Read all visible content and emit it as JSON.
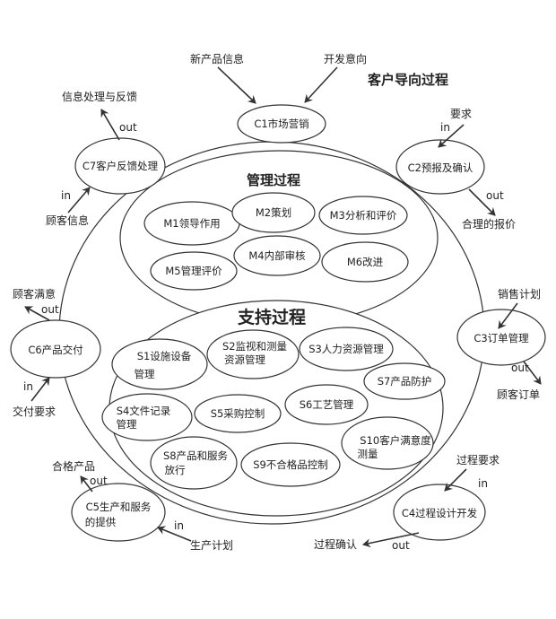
{
  "titles": {
    "customer_oriented": "客户导向过程",
    "management": "管理过程",
    "support": "支持过程"
  },
  "customer_nodes": {
    "c1": "C1市场营销",
    "c2": "C2预报及确认",
    "c3": "C3订单管理",
    "c4": "C4过程设计开发",
    "c5": [
      "C5生产和服务",
      "的提供"
    ],
    "c6": "C6产品交付",
    "c7": "C7客户反馈处理"
  },
  "management_nodes": {
    "m1": "M1领导作用",
    "m2": "M2策划",
    "m3": "M3分析和评价",
    "m4": "M4内部审核",
    "m5": "M5管理评价",
    "m6": "M6改进"
  },
  "support_nodes": {
    "s1": [
      "S1设施设备",
      "管理"
    ],
    "s2": [
      "S2监视和测量",
      "资源管理"
    ],
    "s3": "S3人力资源管理",
    "s4": [
      "S4文件记录",
      "管理"
    ],
    "s5": "S5采购控制",
    "s6": "S6工艺管理",
    "s7": "S7产品防护",
    "s8": [
      "S8产品和服务",
      "放行"
    ],
    "s9": "S9不合格品控制",
    "s10": [
      "S10客户满意度",
      "测量"
    ]
  },
  "io_labels": {
    "new_product_info": "新产品信息",
    "development_intent": "开发意向",
    "requirements": "要求",
    "c2_in": "in",
    "c2_out": "out",
    "reasonable_quote": "合理的报价",
    "sales_plan": "销售计划",
    "c3_out": "out",
    "customer_order": "顾客订单",
    "process_requirements": "过程要求",
    "c4_in": "in",
    "c4_out": "out",
    "process_confirmation": "过程确认",
    "production_plan": "生产计划",
    "c5_in": "in",
    "c5_out": "out",
    "qualified_product": "合格产品",
    "delivery_requirements": "交付要求",
    "c6_in": "in",
    "c6_out": "out",
    "customer_satisfaction": "顾客满意",
    "customer_info": "顾客信息",
    "c7_in": "in",
    "c7_out": "out",
    "info_processing_feedback": "信息处理与反馈"
  }
}
